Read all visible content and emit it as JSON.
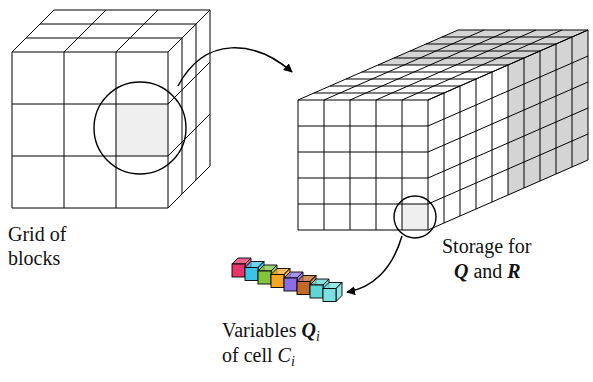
{
  "diagram": {
    "labels": [
      "Grid of blocks",
      "Storage for",
      "Q",
      "and",
      "R",
      "Variables",
      "Q",
      "i",
      "of cell",
      "C",
      "i"
    ]
  }
}
